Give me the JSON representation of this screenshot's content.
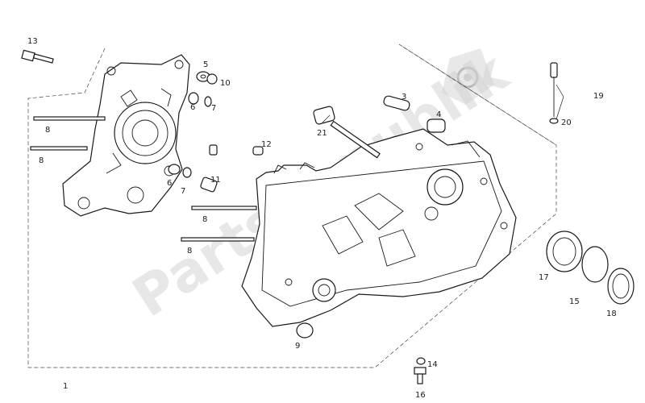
{
  "watermark": {
    "text": "PartsRepublik",
    "icon": "gear-icon"
  },
  "callouts": {
    "c1": "1",
    "c3": "3",
    "c4": "4",
    "c5": "5",
    "c6a": "6",
    "c6b": "6",
    "c7a": "7",
    "c7b": "7",
    "c8a": "8",
    "c8b": "8",
    "c8c": "8",
    "c8d": "8",
    "c9": "9",
    "c10": "10",
    "c11": "11",
    "c12": "12",
    "c13": "13",
    "c14": "14",
    "c15": "15",
    "c16": "16",
    "c17": "17",
    "c18": "18",
    "c19": "19",
    "c20": "20",
    "c21": "21"
  },
  "colors": {
    "line": "#1a1a1a",
    "watermark": "#d4d4d4",
    "background": "#ffffff"
  }
}
